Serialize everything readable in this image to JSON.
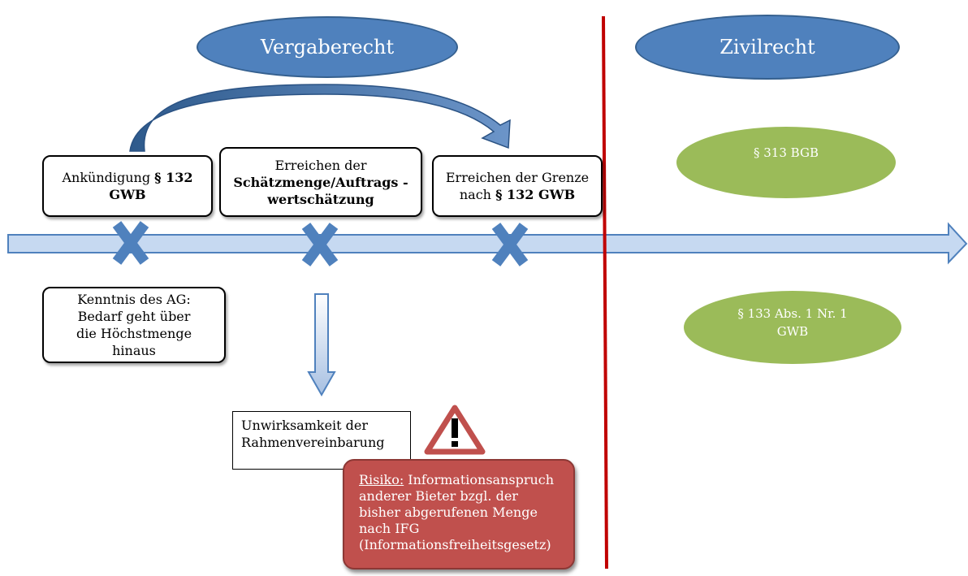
{
  "regions": {
    "left": "Vergaberecht",
    "right": "Zivilrecht"
  },
  "milestones": {
    "ankuendigung": {
      "text": "Ankündigung ",
      "bold": "§ 132 GWB"
    },
    "erreichen_schaetzmenge": {
      "line1": "Erreichen der",
      "bold": "Schätzmenge/Auftrags -wertschätzung"
    },
    "erreichen_grenze": {
      "line1": "Erreichen der Grenze",
      "text2": "nach ",
      "bold": "§ 132 GWB"
    }
  },
  "kenntnis": "Kenntnis des AG: Bedarf geht über die Höchstmenge hinaus",
  "unwirksamkeit": "Unwirksamkeit der Rahmenvereinbarung",
  "risk": {
    "label": "Risiko:",
    "text": " Informationsanspruch anderer Bieter bzgl. der bisher abgerufenen Menge nach IFG (Informationsfreiheitsgesetz)"
  },
  "civil_law": {
    "item1": "§ 313 BGB",
    "item2": "§ 133 Abs. 1 Nr. 1 GWB"
  },
  "colors": {
    "ellipse_blue": "#4f81bd",
    "ellipse_green": "#9bbb59",
    "risk_red": "#c0504d",
    "divider_red": "#c00000",
    "timeline_fill": "#c6d9f1",
    "marker_blue": "#4f81bd"
  },
  "icons": {
    "warning": "warning-triangle-icon",
    "marker": "x-marker-icon"
  }
}
